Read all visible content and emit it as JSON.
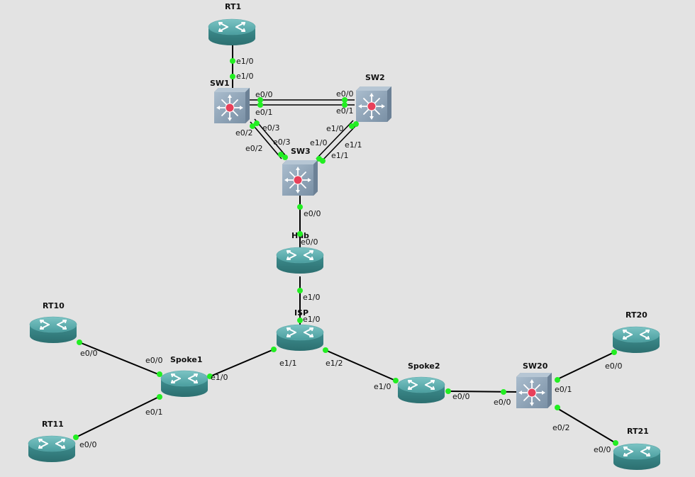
{
  "devices": {
    "rt1": {
      "label": "RT1",
      "type": "router"
    },
    "sw1": {
      "label": "SW1",
      "type": "switch"
    },
    "sw2": {
      "label": "SW2",
      "type": "switch"
    },
    "sw3": {
      "label": "SW3",
      "type": "switch"
    },
    "hub": {
      "label": "Hub",
      "type": "router"
    },
    "isp": {
      "label": "ISP",
      "type": "router"
    },
    "rt10": {
      "label": "RT10",
      "type": "router"
    },
    "rt11": {
      "label": "RT11",
      "type": "router"
    },
    "spoke1": {
      "label": "Spoke1",
      "type": "router"
    },
    "spoke2": {
      "label": "Spoke2",
      "type": "router"
    },
    "sw20": {
      "label": "SW20",
      "type": "switch"
    },
    "rt20": {
      "label": "RT20",
      "type": "router"
    },
    "rt21": {
      "label": "RT21",
      "type": "router"
    }
  },
  "ports": {
    "rt1_e1_0": "e1/0",
    "sw1_e1_0": "e1/0",
    "sw1_e0_0": "e0/0",
    "sw1_e0_1": "e0/1",
    "sw2_e0_0": "e0/0",
    "sw2_e0_1": "e0/1",
    "sw1_e0_2": "e0/2",
    "sw1_e0_3": "e0/3",
    "sw3_e0_2": "e0/2",
    "sw3_e0_3": "e0/3",
    "sw2_e1_0": "e1/0",
    "sw2_e1_1": "e1/1",
    "sw3_e1_0": "e1/0",
    "sw3_e1_1": "e1/1",
    "sw3_e0_0": "e0/0",
    "hub_e0_0": "e0/0",
    "hub_e1_0": "e1/0",
    "isp_e1_0": "e1/0",
    "isp_e1_1": "e1/1",
    "isp_e1_2": "e1/2",
    "rt10_e0_0": "e0/0",
    "spoke1_e0_0": "e0/0",
    "spoke1_e0_1": "e0/1",
    "spoke1_e1_0": "e1/0",
    "rt11_e0_0": "e0/0",
    "spoke2_e1_0": "e1/0",
    "spoke2_e0_0": "e0/0",
    "sw20_e0_0": "e0/0",
    "sw20_e0_1": "e0/1",
    "sw20_e0_2": "e0/2",
    "rt20_e0_0": "e0/0",
    "rt21_e0_0": "e0/0"
  },
  "colors": {
    "canvas": "#e3e3e3",
    "router_body": "#3f8f90",
    "router_top": "#5fb1b2",
    "switch_face": "#8ea3b6",
    "switch_hub": "#e8405a",
    "port": "#22ee22",
    "link": "#000000"
  }
}
